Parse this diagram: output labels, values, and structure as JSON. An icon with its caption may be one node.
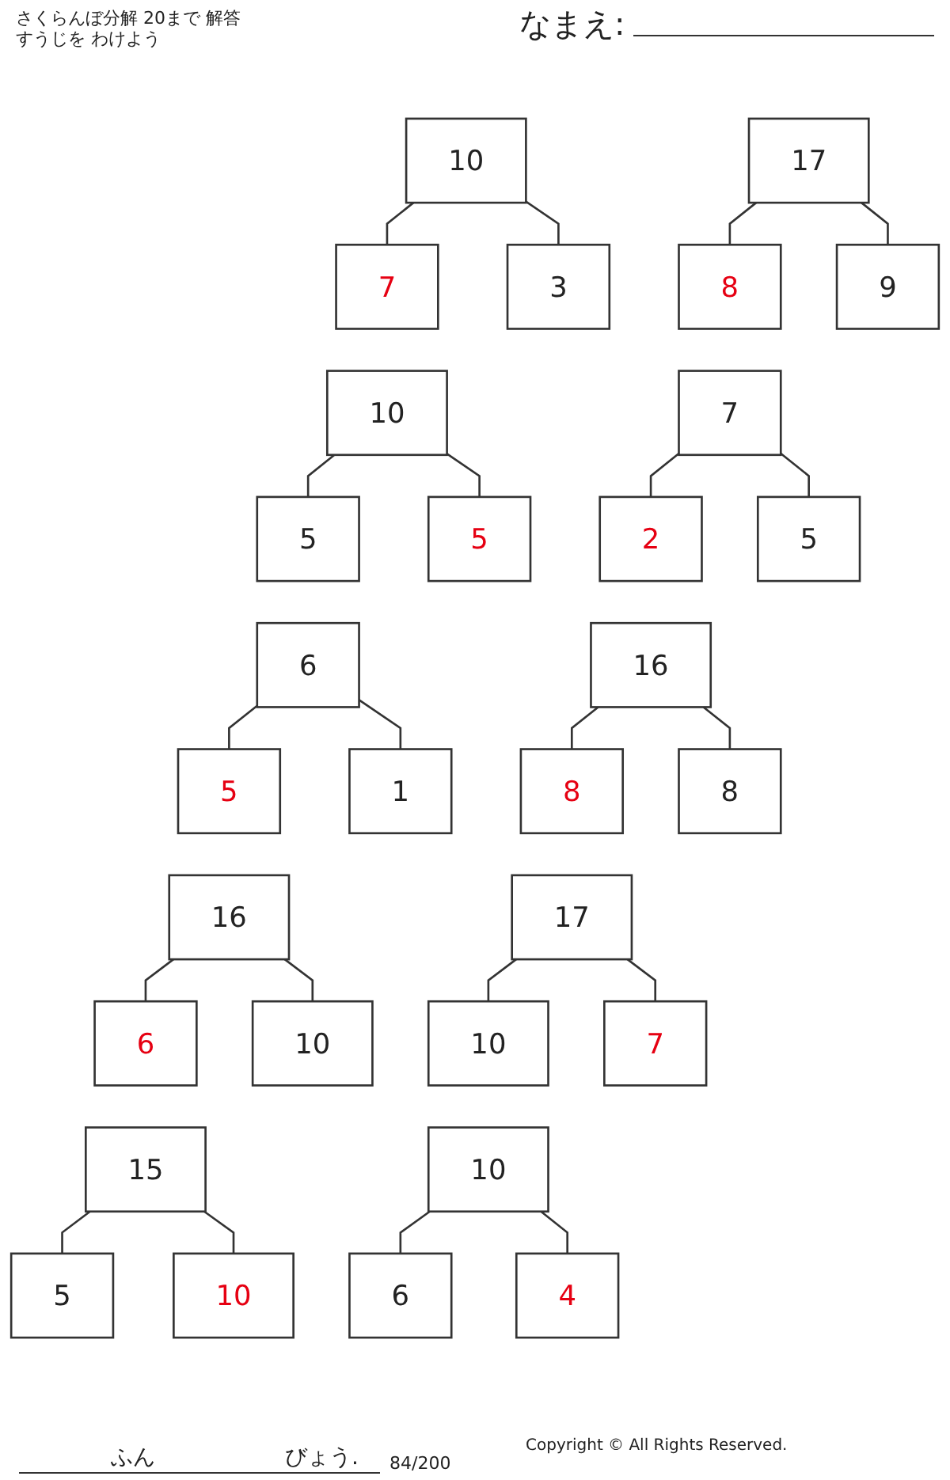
{
  "diagram": {
    "nodes": [
      {
        "text": [
          "10"
        ]
      },
      {
        "text": [
          "7"
        ]
      },
      {
        "text": [
          "3"
        ]
      },
      {
        "text": [
          "17"
        ]
      },
      {
        "text": [
          "8"
        ]
      },
      {
        "text": [
          "9"
        ]
      },
      {
        "text": [
          "10"
        ]
      },
      {
        "text": [
          "5"
        ]
      },
      {
        "text": [
          "5"
        ]
      },
      {
        "text": [
          "7"
        ]
      },
      {
        "text": [
          "2"
        ]
      },
      {
        "text": [
          "5"
        ]
      },
      {
        "text": [
          "6"
        ]
      },
      {
        "text": [
          "5"
        ]
      },
      {
        "text": [
          "1"
        ]
      },
      {
        "text": [
          "16"
        ]
      },
      {
        "text": [
          "8"
        ]
      },
      {
        "text": [
          "8"
        ]
      },
      {
        "text": [
          "16"
        ]
      },
      {
        "text": [
          "6"
        ]
      },
      {
        "text": [
          "10"
        ]
      },
      {
        "text": [
          "17"
        ]
      },
      {
        "text": [
          "10"
        ]
      },
      {
        "text": [
          "7"
        ]
      },
      {
        "text": [
          "15"
        ]
      },
      {
        "text": [
          "5"
        ]
      },
      {
        "text": [
          "10"
        ]
      },
      {
        "text": [
          "10"
        ]
      },
      {
        "text": [
          "6"
        ]
      },
      {
        "text": [
          "4"
        ]
      }
    ],
    "edges": [
      {
        "from": 0,
        "to": 1,
        "arrow": "none"
      },
      {
        "from": 0,
        "to": 2,
        "arrow": "none"
      },
      {
        "from": 3,
        "to": 4,
        "arrow": "none"
      },
      {
        "from": 3,
        "to": 5,
        "arrow": "none"
      },
      {
        "from": 6,
        "to": 7,
        "arrow": "none"
      },
      {
        "from": 6,
        "to": 8,
        "arrow": "none"
      },
      {
        "from": 9,
        "to": 10,
        "arrow": "none"
      },
      {
        "from": 9,
        "to": 11,
        "arrow": "none"
      },
      {
        "from": 12,
        "to": 13,
        "arrow": "none"
      },
      {
        "from": 12,
        "to": 14,
        "arrow": "none"
      },
      {
        "from": 15,
        "to": 16,
        "arrow": "none"
      },
      {
        "from": 15,
        "to": 17,
        "arrow": "none"
      },
      {
        "from": 18,
        "to": 19,
        "arrow": "none"
      },
      {
        "from": 18,
        "to": 20,
        "arrow": "none"
      },
      {
        "from": 21,
        "to": 22,
        "arrow": "none"
      },
      {
        "from": 21,
        "to": 23,
        "arrow": "none"
      },
      {
        "from": 24,
        "to": 25,
        "arrow": "none"
      },
      {
        "from": 24,
        "to": 26,
        "arrow": "none"
      },
      {
        "from": 27,
        "to": 28,
        "arrow": "none"
      },
      {
        "from": 27,
        "to": 29,
        "arrow": "none"
      }
    ],
    "labels": [
      "さくらんぼ分解 20まで 解答",
      "すうじを わけよう",
      "なまえ:",
      "ふん",
      "びょう.",
      "84/200",
      "Copyright © All Rights Reserved."
    ]
  }
}
